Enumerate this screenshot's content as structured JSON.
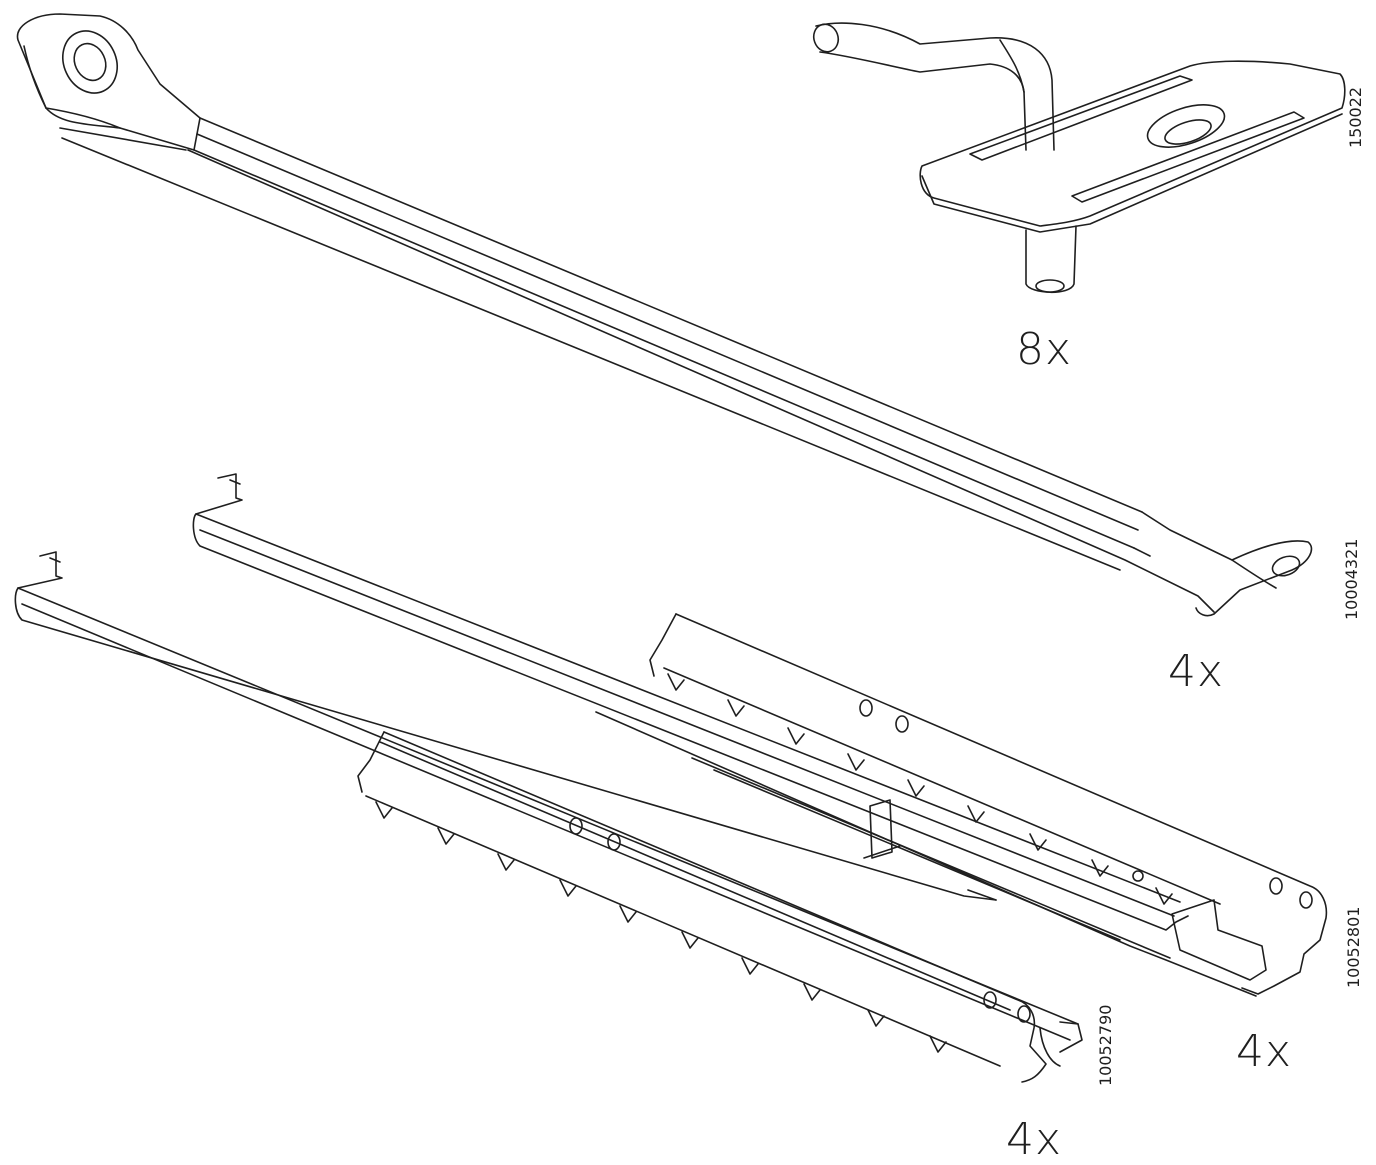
{
  "parts": [
    {
      "id": "connecting-rod",
      "code": "10004321",
      "quantity": "4x"
    },
    {
      "id": "cam-pin-with-plate",
      "code": "150022",
      "quantity": "8x"
    },
    {
      "id": "drawer-runner-long",
      "code": "10052801",
      "quantity": "4x"
    },
    {
      "id": "drawer-runner-short",
      "code": "10052790",
      "quantity": "4x"
    }
  ],
  "colors": {
    "line": "#1f1f1f",
    "background": "#ffffff"
  }
}
